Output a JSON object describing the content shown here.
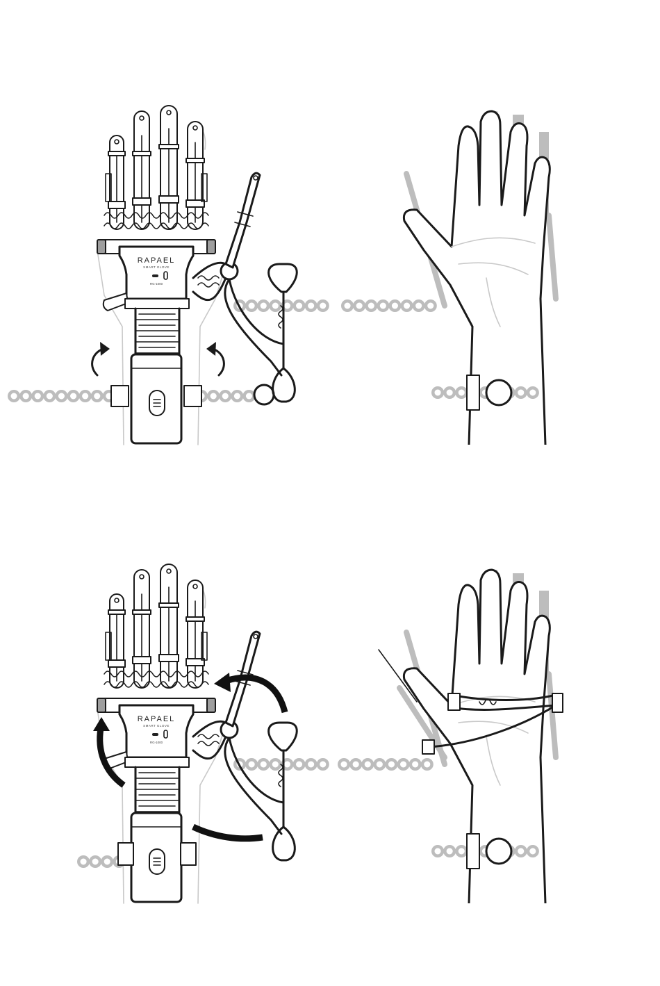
{
  "device": {
    "brand": "RAPAEL",
    "subtitle": "SMART GLOVE",
    "model": "RG-1000"
  },
  "panels": [
    {
      "id": "step1-glove-back"
    },
    {
      "id": "step1-palm-view"
    },
    {
      "id": "step2-glove-back"
    },
    {
      "id": "step2-palm-view"
    }
  ]
}
